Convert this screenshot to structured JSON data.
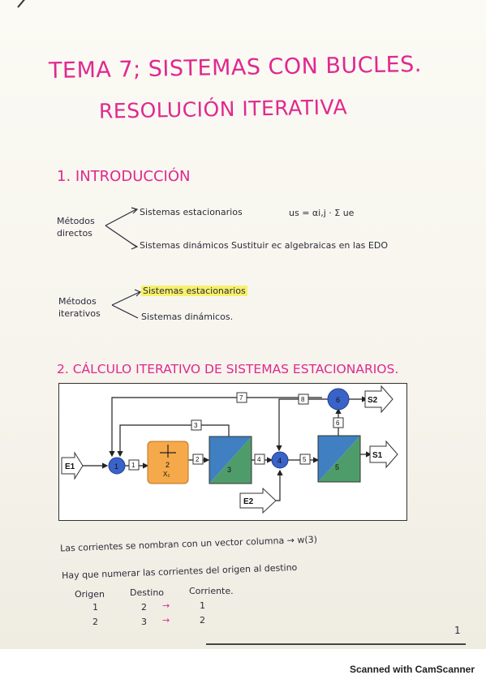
{
  "title": {
    "line1": "TEMA 7; SISTEMAS CON BUCLES.",
    "line2": "RESOLUCIÓN ITERATIVA"
  },
  "section1": {
    "heading": "1. INTRODUCCIÓN",
    "direct": {
      "label_line1": "Métodos",
      "label_line2": "directos",
      "item1": "Sistemas estacionarios",
      "formula": "us = αi,j · Σ ue",
      "item2": "Sistemas dinámicos  Sustituir ec algebraicas en las EDO"
    },
    "iterative": {
      "label_line1": "Métodos",
      "label_line2": "iterativos",
      "item1": "Sistemas estacionarios",
      "item2": "Sistemas dinámicos."
    }
  },
  "section2": {
    "heading": "2. CÁLCULO ITERATIVO DE SISTEMAS ESTACIONARIOS.",
    "diagram": {
      "nodes": [
        "1",
        "2",
        "3",
        "4",
        "5",
        "6"
      ],
      "sub_label": "X₂",
      "streams": [
        "1",
        "2",
        "3",
        "4",
        "5",
        "6",
        "7",
        "8"
      ],
      "inputs": [
        "E1",
        "E2"
      ],
      "outputs": [
        "S1",
        "S2"
      ],
      "colors": {
        "node": "#3a63c8",
        "unit2": "#f5a94a",
        "unit_blue": "#3f7fc2",
        "unit_green": "#4f9c6b"
      }
    },
    "note1": "Las corrientes se nombran con un vector columna → w(3)",
    "note2": "Hay que numerar las corrientes del origen al destino",
    "table": {
      "headers": [
        "Origen",
        "Destino",
        "Corriente."
      ],
      "rows": [
        [
          "1",
          "2",
          "→",
          "1"
        ],
        [
          "2",
          "3",
          "→",
          "2"
        ]
      ]
    },
    "page_number": "1"
  },
  "footer": "Scanned with CamScanner"
}
